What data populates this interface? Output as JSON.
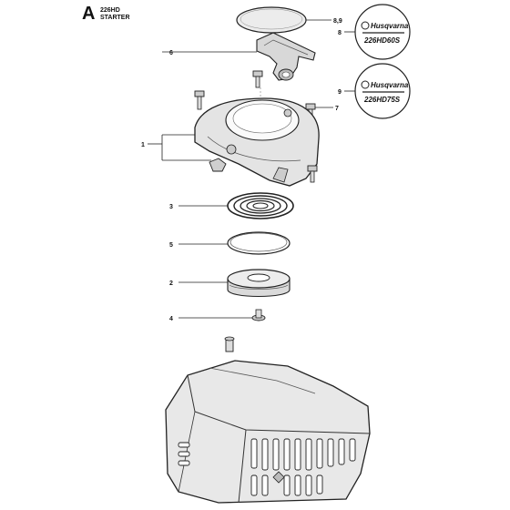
{
  "header": {
    "section_letter": "A",
    "model": "226HD",
    "section_title": "STARTER"
  },
  "callouts": {
    "c89": "8,9",
    "c6": "6",
    "c7": "7",
    "c1": "1",
    "c3": "3",
    "c5": "5",
    "c2": "2",
    "c4": "4",
    "c8": "8",
    "c9": "9"
  },
  "decals": {
    "brand": "Husqvarna",
    "decal8_model": "226HD60S",
    "decal9_model": "226HD75S"
  }
}
